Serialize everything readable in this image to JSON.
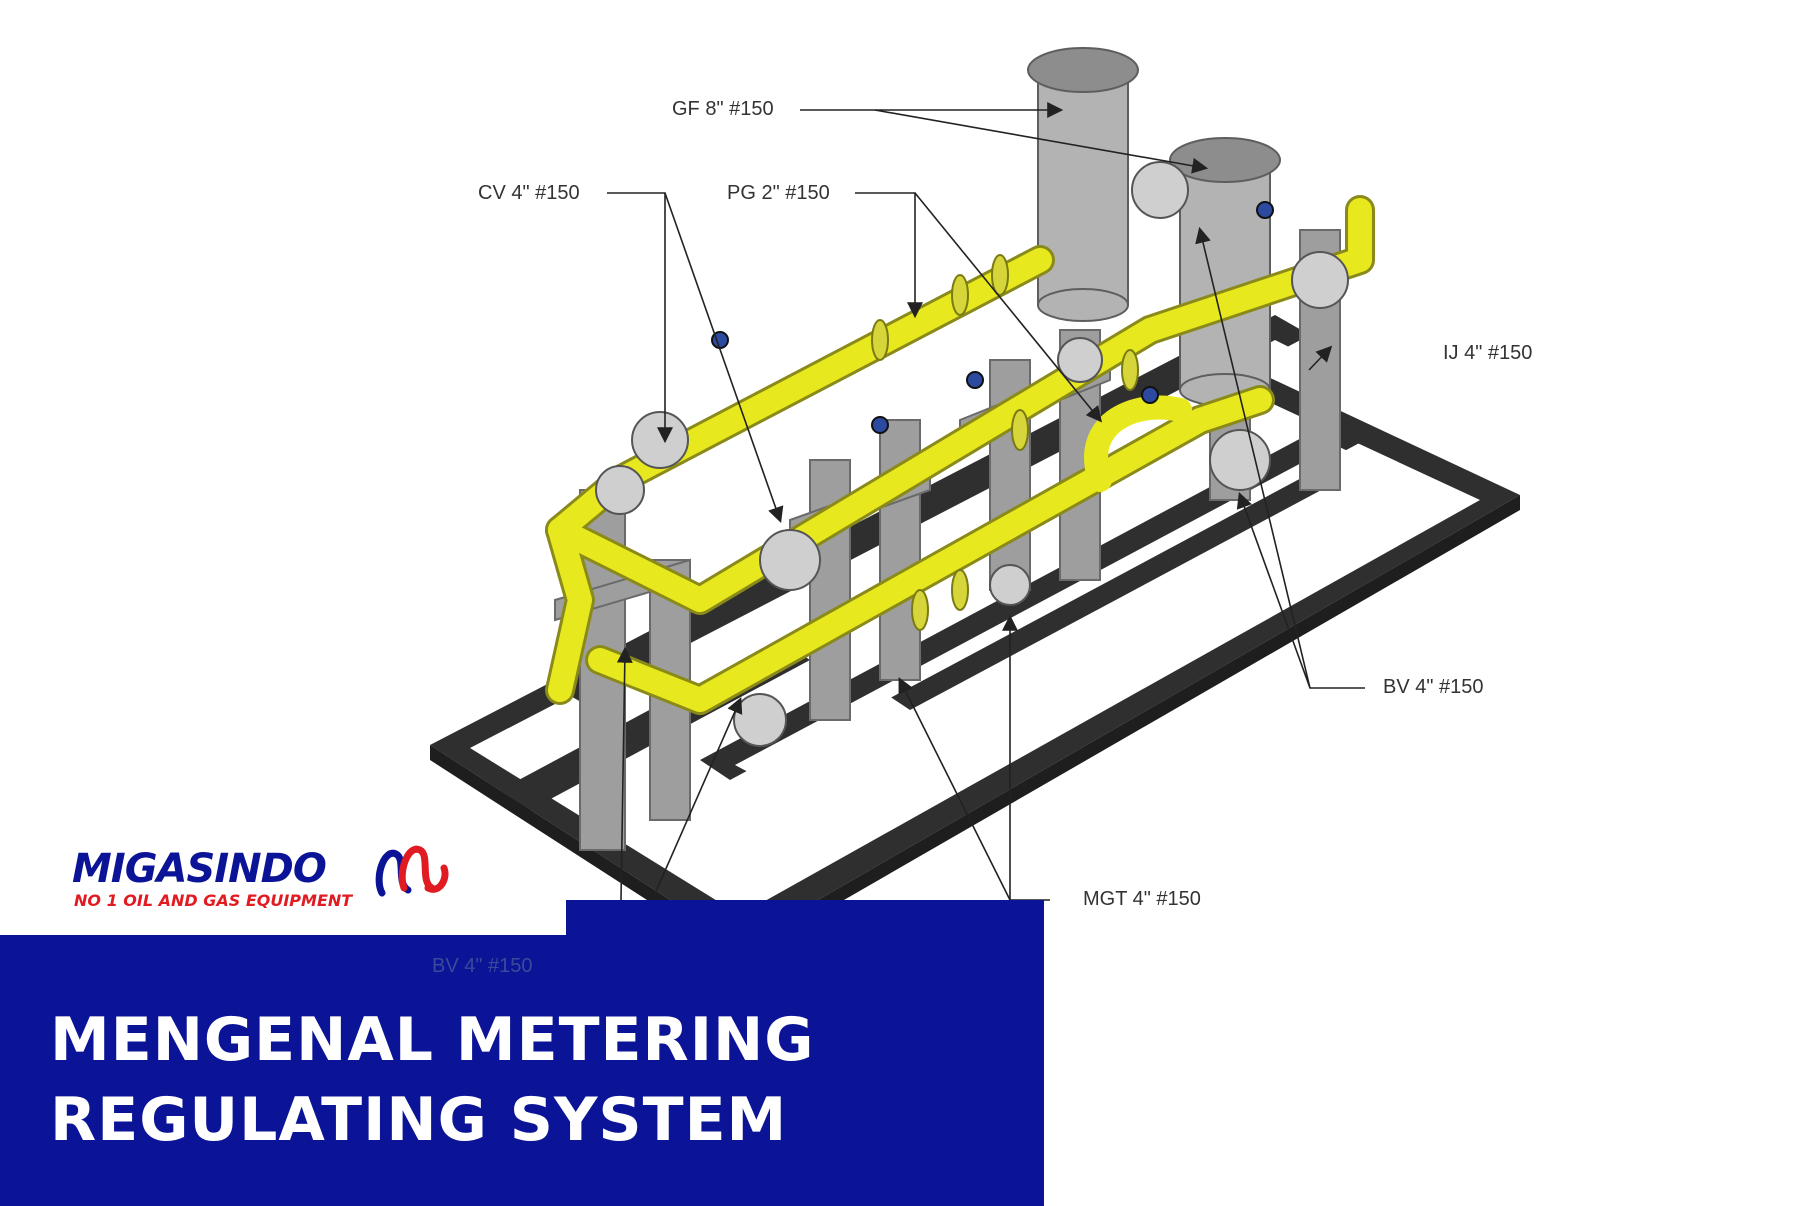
{
  "brand": {
    "name": "MIGASINDO",
    "tagline": "NO 1 OIL AND GAS EQUIPMENT",
    "colors": {
      "primary": "#0b1496",
      "accent": "#e11b22"
    }
  },
  "headline": {
    "line1": "MENGENAL METERING",
    "line2": "REGULATING SYSTEM"
  },
  "diagram": {
    "callouts": {
      "gf": "GF 8\" #150",
      "cv": "CV 4\" #150",
      "pg": "PG 2\" #150",
      "ij": "IJ 4\" #150",
      "bv_right": "BV 4\" #150",
      "mgt": "MGT 4\" #150",
      "bv_bottom": "BV 4\" #150"
    },
    "colors": {
      "pipe": "#e8e81e",
      "steel": "#a9a9a9",
      "frame": "#3b3b3b"
    }
  }
}
